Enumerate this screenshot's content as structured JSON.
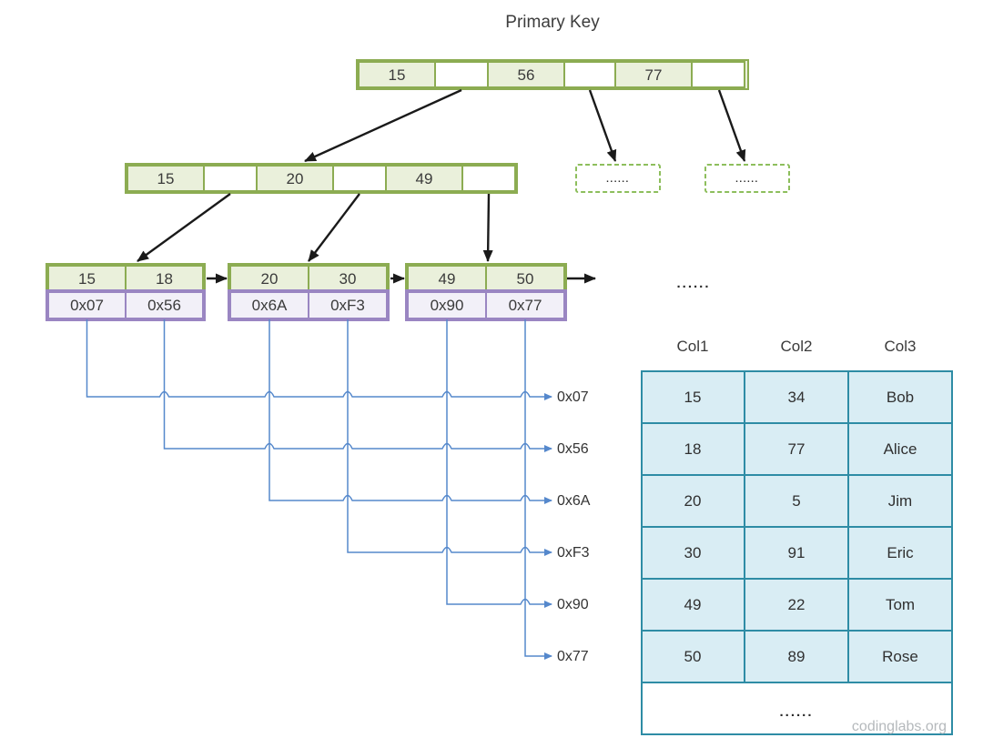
{
  "title": "Primary Key",
  "tree": {
    "root": {
      "keys": [
        "15",
        "56",
        "77"
      ]
    },
    "internal": {
      "keys": [
        "15",
        "20",
        "49"
      ]
    },
    "dashed": [
      "......",
      "......"
    ],
    "leaves": [
      {
        "keys": [
          "15",
          "18"
        ],
        "pointers": [
          "0x07",
          "0x56"
        ]
      },
      {
        "keys": [
          "20",
          "30"
        ],
        "pointers": [
          "0x6A",
          "0xF3"
        ]
      },
      {
        "keys": [
          "49",
          "50"
        ],
        "pointers": [
          "0x90",
          "0x77"
        ]
      }
    ],
    "ellipsis": "......"
  },
  "pointer_labels": [
    "0x07",
    "0x56",
    "0x6A",
    "0xF3",
    "0x90",
    "0x77"
  ],
  "table": {
    "headers": [
      "Col1",
      "Col2",
      "Col3"
    ],
    "rows": [
      [
        "15",
        "34",
        "Bob"
      ],
      [
        "18",
        "77",
        "Alice"
      ],
      [
        "20",
        "5",
        "Jim"
      ],
      [
        "30",
        "91",
        "Eric"
      ],
      [
        "49",
        "22",
        "Tom"
      ],
      [
        "50",
        "89",
        "Rose"
      ]
    ],
    "ellipsis_row": "......",
    "watermark": "codinglabs.org"
  },
  "colors": {
    "node_border_green": "#8CAC52",
    "node_fill_green": "#EAF0DB",
    "dashed_border_green": "#8DBE5C",
    "pointer_border_purple": "#9A86C2",
    "pointer_fill_lavender": "#F2F0F8",
    "connector_blue": "#5588CC",
    "table_border_teal": "#2E8CA5",
    "table_fill_blue": "#D9EDF4",
    "arrow_black": "#1a1a1a"
  }
}
